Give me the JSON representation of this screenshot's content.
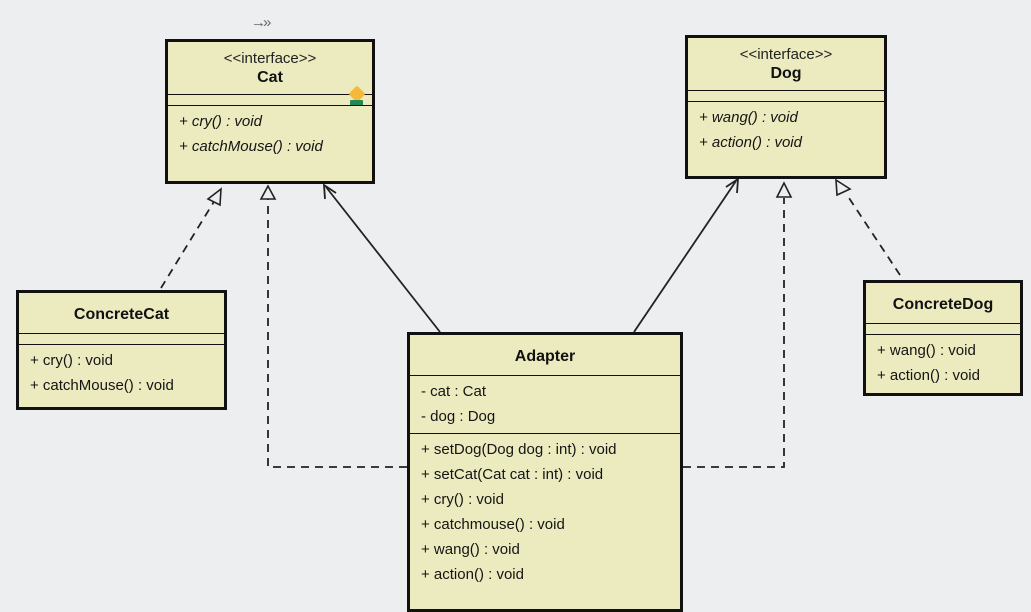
{
  "diagram": {
    "cat": {
      "stereotype": "<<interface>>",
      "name": "Cat",
      "methods": [
        "+ cry() : void",
        "+ catchMouse() : void"
      ]
    },
    "dog": {
      "stereotype": "<<interface>>",
      "name": "Dog",
      "methods": [
        "+ wang() : void",
        "+ action() : void"
      ]
    },
    "concrete_cat": {
      "name": "ConcreteCat",
      "methods": [
        "+ cry() : void",
        "+ catchMouse() : void"
      ]
    },
    "concrete_dog": {
      "name": "ConcreteDog",
      "methods": [
        "+ wang() : void",
        "+ action() : void"
      ]
    },
    "adapter": {
      "name": "Adapter",
      "attributes": [
        "- cat : Cat",
        "- dog : Dog"
      ],
      "methods": [
        "+ setDog(Dog dog : int) : void",
        "+ setCat(Cat cat : int) : void",
        "+ cry() : void",
        "+ catchmouse() : void",
        "+ wang() : void",
        "+ action() : void"
      ]
    },
    "colors": {
      "box_fill": "#ecebbf",
      "border": "#111111",
      "background": "#eceeef",
      "badge_orange": "#f4b83a",
      "badge_green": "#1f8a55"
    },
    "icons": {
      "navigation_arrow": "arrow-right-double-icon",
      "attribute_badge": "orange-diamond-icon",
      "method_badge": "green-bar-icon"
    },
    "toolbar": {
      "arrow_glyph": "→»"
    }
  }
}
